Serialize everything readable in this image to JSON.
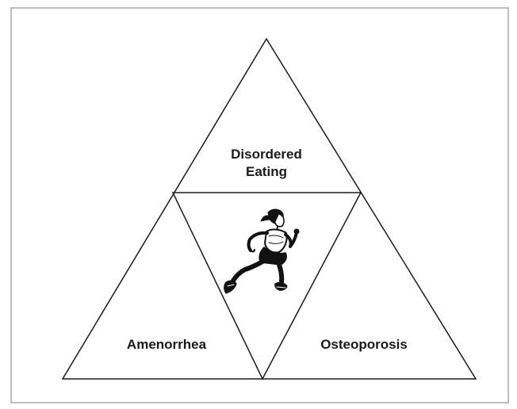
{
  "diagram": {
    "top_label_line1": "Disordered",
    "top_label_line2": "Eating",
    "left_label": "Amenorrhea",
    "right_label": "Osteoporosis",
    "center_figure": "female-runner",
    "line_color": "#1a1a1a",
    "frame_color": "#8a8a8a",
    "background": "#ffffff"
  }
}
